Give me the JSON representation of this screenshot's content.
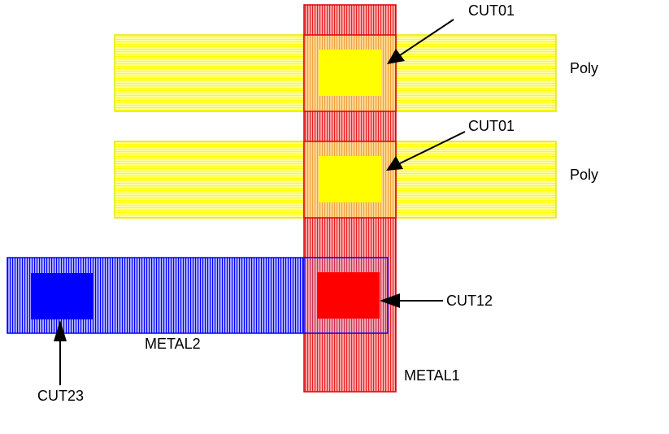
{
  "labels": {
    "poly_top": "Poly",
    "poly_bottom": "Poly",
    "cut01_top": "CUT01",
    "cut01_bottom": "CUT01",
    "cut12": "CUT12",
    "cut23": "CUT23",
    "metal1": "METAL1",
    "metal2": "METAL2"
  },
  "colors": {
    "poly": "#ffff00",
    "metal1": "#ff0000",
    "metal2": "#0000ff",
    "cut01": "#ffff00",
    "cut12": "#ff0000",
    "cut23": "#0000ff",
    "arrow": "#000000"
  }
}
